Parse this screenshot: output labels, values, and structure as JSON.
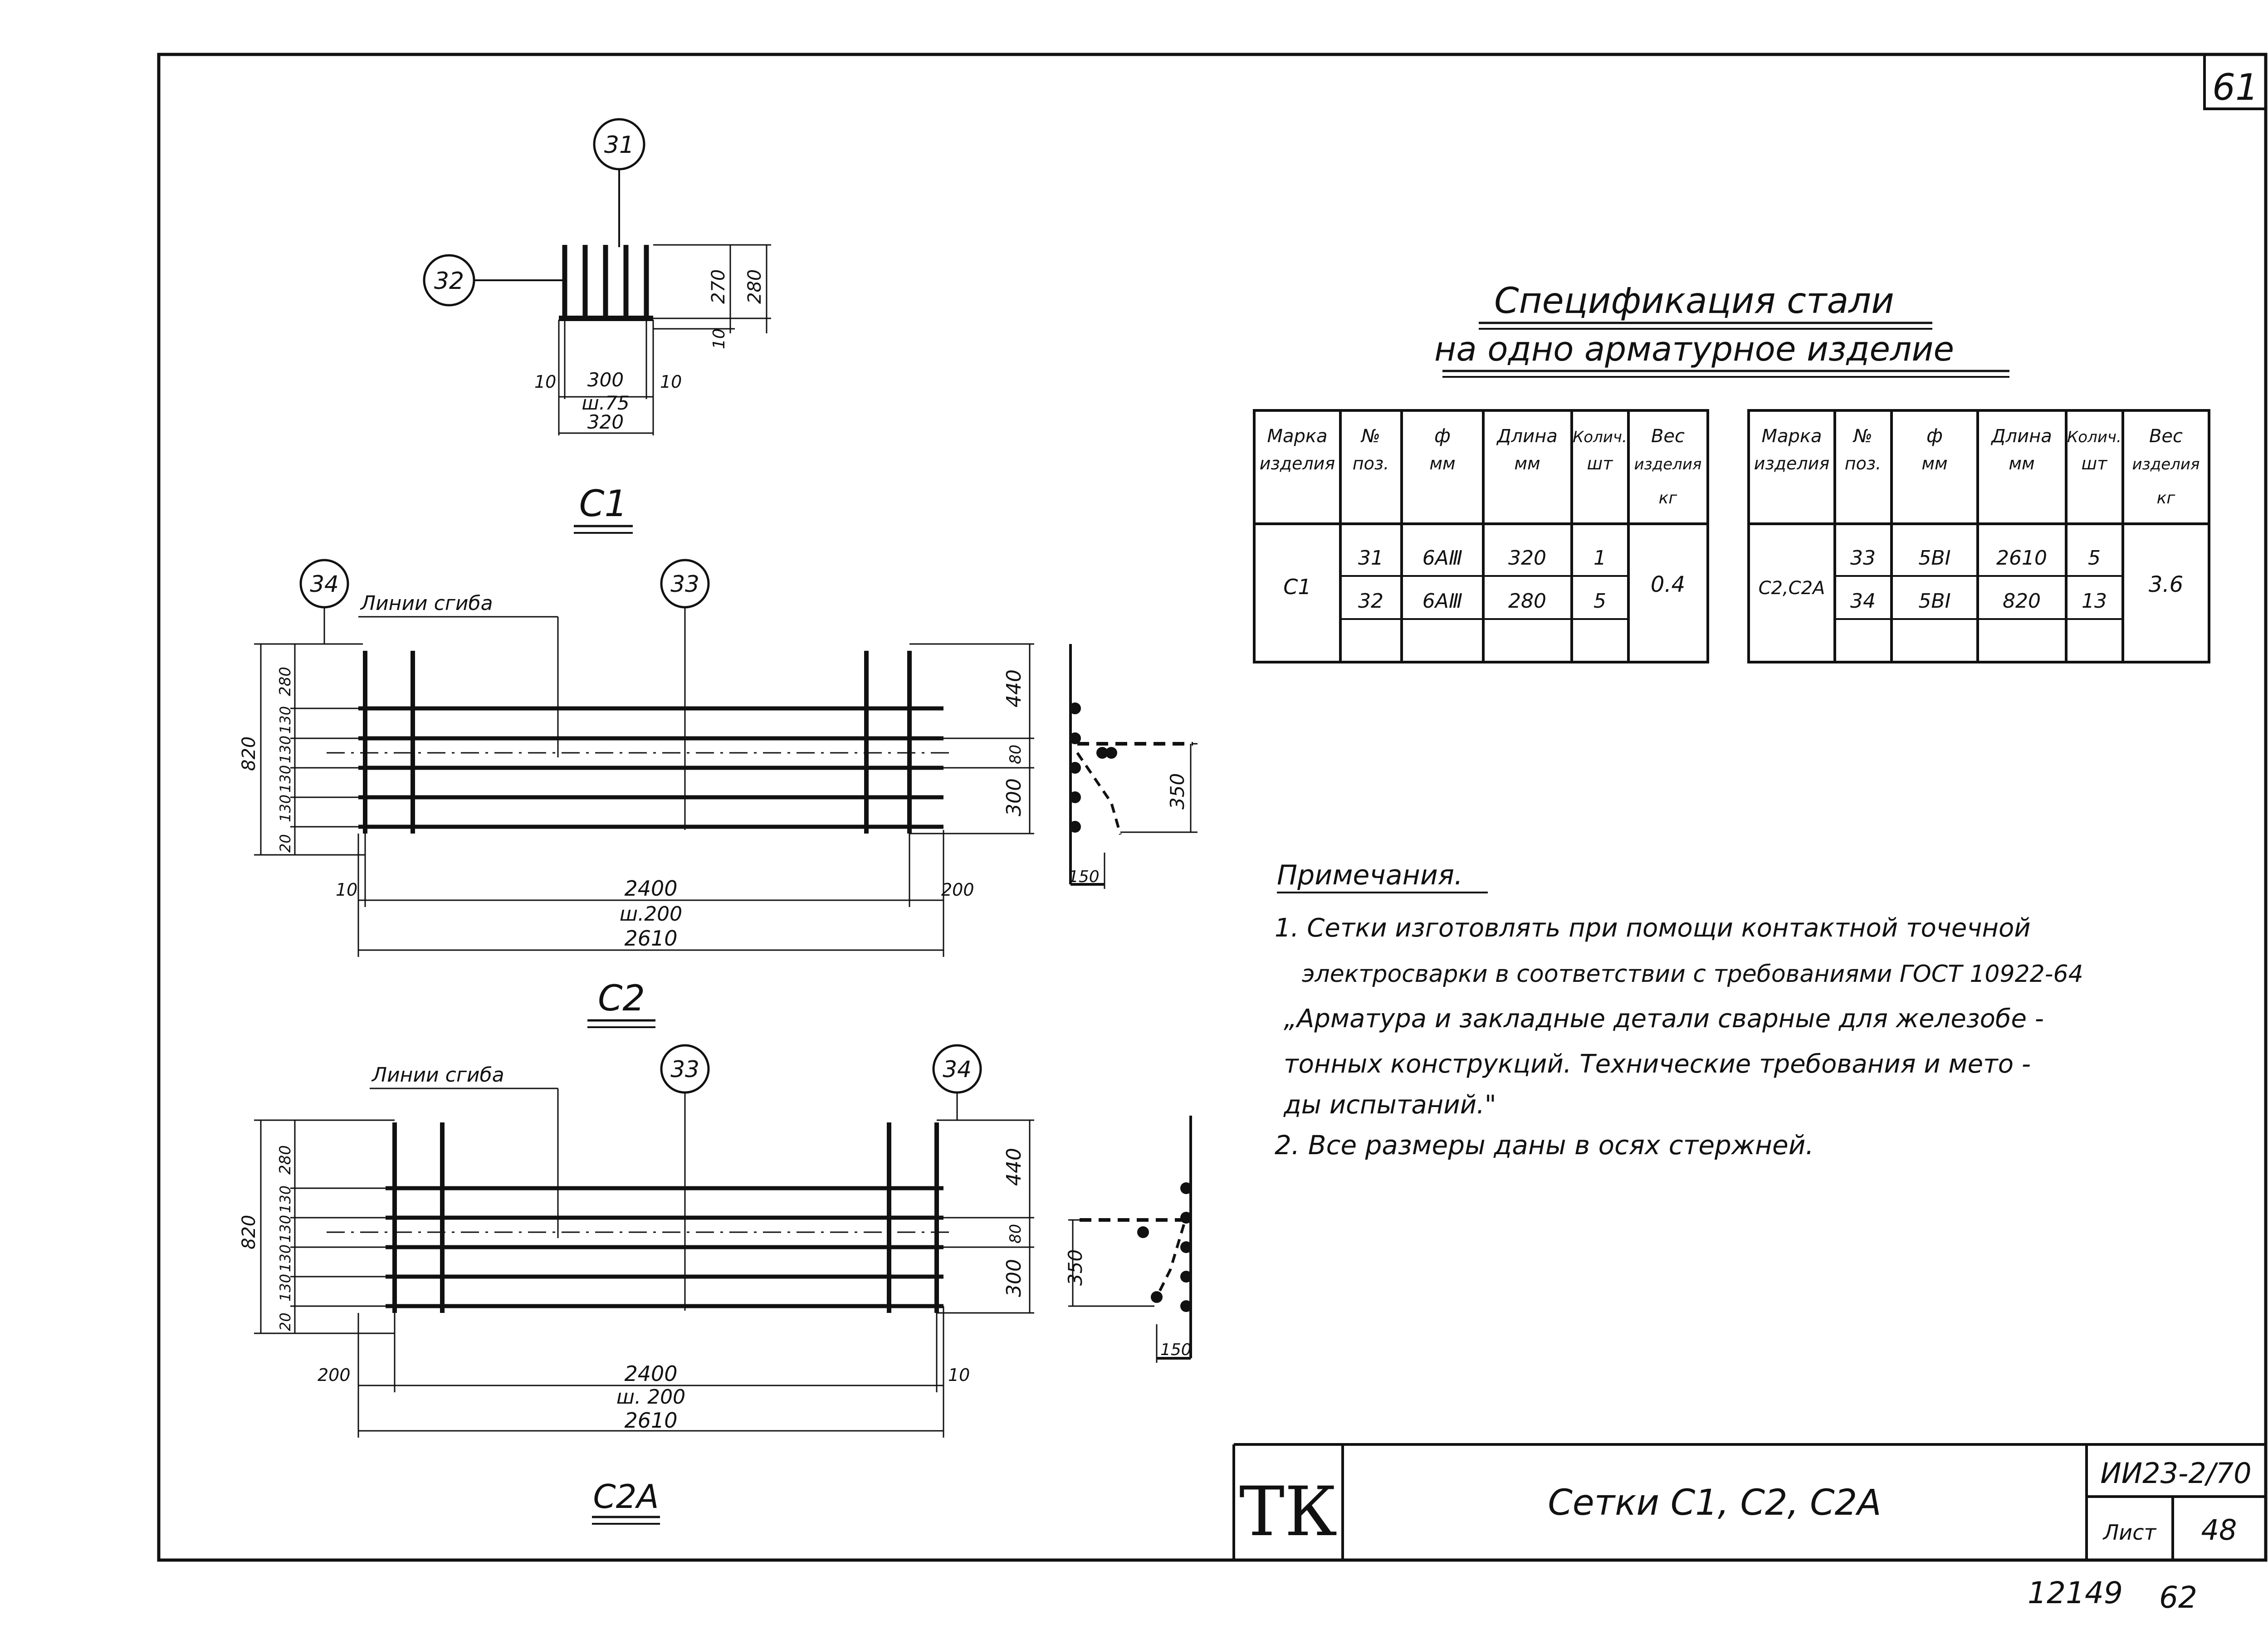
{
  "sheet": {
    "page_number": "61",
    "stamp": "ТК",
    "title_block": "Сетки С1, С2, С2А",
    "series": "ИИ23-2/70",
    "sheet_label": "Лист",
    "sheet_number": "48",
    "archive_number": "12149",
    "archive_page": "62"
  },
  "detail_31_32": {
    "callouts": [
      "31",
      "32"
    ],
    "dims": {
      "height_inner": "270",
      "height_outer": "280",
      "bottom_gap": "10",
      "left_offset": "10",
      "right_offset": "10",
      "span": "300",
      "pitch": "ш.75",
      "total": "320"
    },
    "caption": "С1"
  },
  "mesh_c2": {
    "callouts": [
      "34",
      "33"
    ],
    "bend_label": "Линии сгиба",
    "left_dims": [
      "820",
      "280",
      "130",
      "130",
      "130",
      "130",
      "20"
    ],
    "right_dims": [
      "440",
      "80",
      "300"
    ],
    "bottom_dims": {
      "left": "10",
      "length": "2400",
      "pitch": "ш.200",
      "total": "2610",
      "right": "200"
    },
    "section": {
      "height": "350",
      "width": "150"
    },
    "caption": "С2"
  },
  "mesh_c2a": {
    "callouts": [
      "33",
      "34"
    ],
    "bend_label": "Линии сгиба",
    "left_dims": [
      "820",
      "280",
      "130",
      "130",
      "130",
      "130",
      "20"
    ],
    "right_dims": [
      "440",
      "80",
      "300"
    ],
    "bottom_dims": {
      "left": "200",
      "length": "2400",
      "pitch": "ш. 200",
      "total": "2610",
      "right": "10"
    },
    "section": {
      "height": "350",
      "width": "150"
    },
    "caption": "С2А"
  },
  "spec": {
    "title_line1": "Спецификация стали",
    "title_line2": "на одно арматурное изделие",
    "headers": [
      [
        "Марка",
        "изделия"
      ],
      [
        "№",
        "поз."
      ],
      [
        "ф",
        "мм"
      ],
      [
        "Длина",
        "мм"
      ],
      [
        "Колич.",
        "шт"
      ],
      [
        "Вес",
        "изделия",
        "кг"
      ]
    ],
    "table1": {
      "mark": "С1",
      "rows": [
        [
          "31",
          "6АⅢ",
          "320",
          "1"
        ],
        [
          "32",
          "6АⅢ",
          "280",
          "5"
        ]
      ],
      "weight": "0.4"
    },
    "table2": {
      "mark": "С2,С2А",
      "rows": [
        [
          "33",
          "5ВI",
          "2610",
          "5"
        ],
        [
          "34",
          "5ВI",
          "820",
          "13"
        ]
      ],
      "weight": "3.6"
    }
  },
  "notes": {
    "heading": "Примечания.",
    "lines": [
      "1. Сетки изготовлять при помощи контактной точечной",
      "электросварки в соответствии с требованиями ГОСТ 10922-64",
      "„Арматура и закладные детали сварные для железобе -",
      "тонных конструкций. Технические требования и мето -",
      "ды испытаний.\"",
      "2. Все размеры даны в осях стержней."
    ]
  }
}
